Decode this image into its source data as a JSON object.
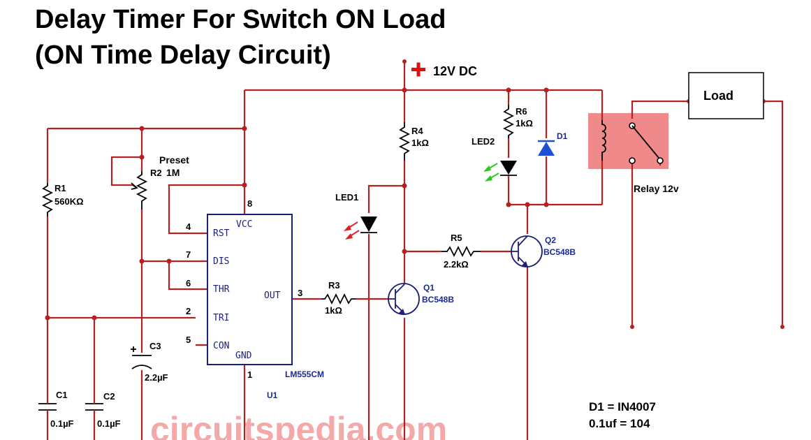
{
  "title": {
    "line1": "Delay Timer For Switch ON Load",
    "line2": "(ON Time Delay Circuit)"
  },
  "supply": {
    "label": "12V DC"
  },
  "watermark": "circuitspedia.com",
  "notes": [
    "D1 = IN4007",
    "0.1uf = 104"
  ],
  "load": {
    "label": "Load"
  },
  "relay": {
    "label": "Relay 12v"
  },
  "ic": {
    "ref": "U1",
    "part": "LM555CM",
    "pins": [
      {
        "num": "8",
        "name": "VCC"
      },
      {
        "num": "4",
        "name": "RST"
      },
      {
        "num": "7",
        "name": "DIS"
      },
      {
        "num": "6",
        "name": "THR"
      },
      {
        "num": "2",
        "name": "TRI"
      },
      {
        "num": "5",
        "name": "CON"
      },
      {
        "num": "1",
        "name": "GND"
      },
      {
        "num": "3",
        "name": "OUT"
      }
    ]
  },
  "components": {
    "R1": {
      "ref": "R1",
      "value": "560KΩ"
    },
    "R2": {
      "ref": "R2",
      "value": "1M",
      "label": "Preset"
    },
    "R3": {
      "ref": "R3",
      "value": "1kΩ"
    },
    "R4": {
      "ref": "R4",
      "value": "1kΩ"
    },
    "R5": {
      "ref": "R5",
      "value": "2.2kΩ"
    },
    "R6": {
      "ref": "R6",
      "value": "1kΩ"
    },
    "C1": {
      "ref": "C1",
      "value": "0.1µF"
    },
    "C2": {
      "ref": "C2",
      "value": "0.1µF"
    },
    "C3": {
      "ref": "C3",
      "value": "2.2µF"
    },
    "LED1": {
      "ref": "LED1"
    },
    "LED2": {
      "ref": "LED2"
    },
    "D1": {
      "ref": "D1"
    },
    "Q1": {
      "ref": "Q1",
      "part": "BC548B"
    },
    "Q2": {
      "ref": "Q2",
      "part": "BC548B"
    }
  },
  "colors": {
    "wire": "#b52020",
    "relay_highlight": "#f08a8a",
    "ic_outline": "#1a1f7a",
    "diode_d1": "#1f4fd6",
    "led1": "#e02020",
    "led2": "#22cc22",
    "watermark": "#f4a8a8"
  }
}
